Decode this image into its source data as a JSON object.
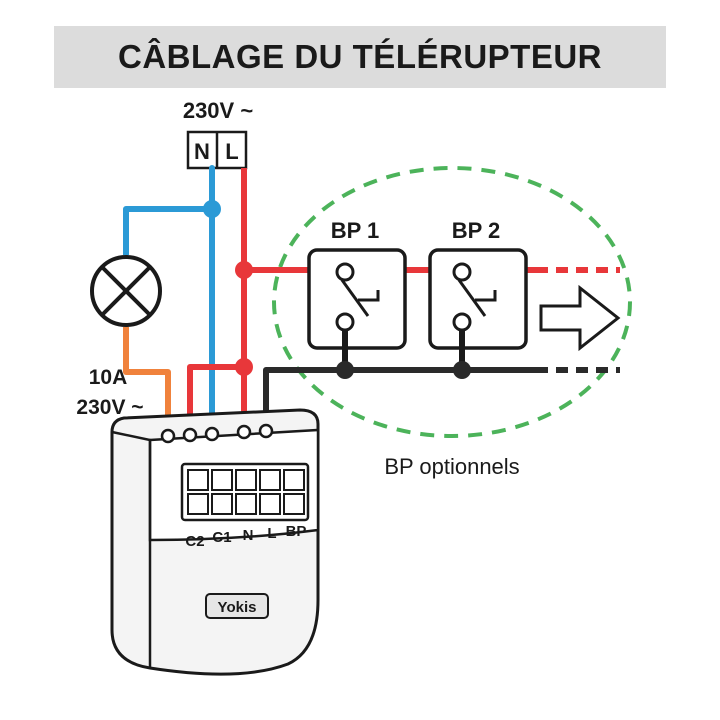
{
  "title": "CÂBLAGE DU TÉLÉRUPTEUR",
  "supply": {
    "voltage": "230V ~",
    "neutral": "N",
    "live": "L"
  },
  "lamp": {
    "current": "10A",
    "voltage": "230V ~"
  },
  "pushbuttons": [
    {
      "label": "BP 1"
    },
    {
      "label": "BP 2"
    }
  ],
  "optional_label": "BP optionnels",
  "terminals": [
    "C2",
    "C1",
    "N",
    "L",
    "BP"
  ],
  "brand": "Yokis",
  "colors": {
    "neutral_wire": "#2b9ad6",
    "live_wire": "#e8373a",
    "lamp_wire": "#f0823c",
    "bp_return_wire": "#2a2a2a",
    "optional_zone": "#4cb35a",
    "title_background": "#dcdcdc"
  }
}
